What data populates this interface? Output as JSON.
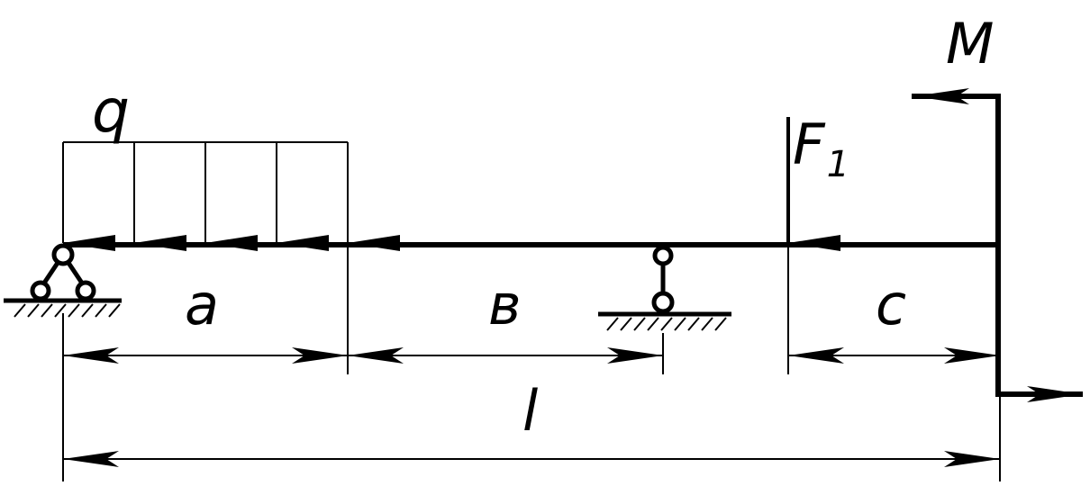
{
  "labels": {
    "q": "q",
    "f": "F",
    "f_sub": "1",
    "m": "M",
    "a": "a",
    "b": "в",
    "c": "c",
    "l": "l"
  },
  "colors": {
    "ink": "#000000",
    "paper": "#ffffff"
  }
}
